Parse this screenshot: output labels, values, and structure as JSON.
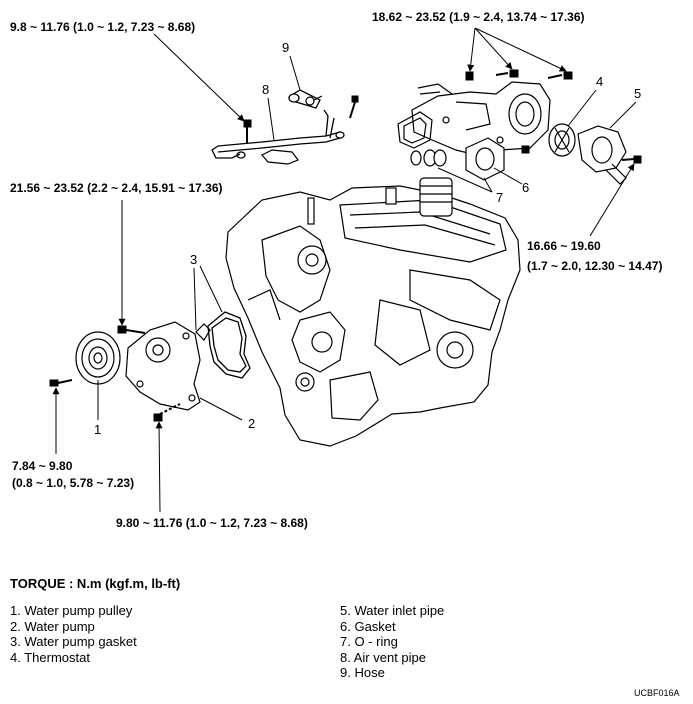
{
  "torque_specs": [
    "9.8 ~ 11.76 (1.0 ~ 1.2, 7.23 ~ 8.68)",
    "18.62 ~ 23.52 (1.9 ~ 2.4, 13.74 ~ 17.36)",
    "21.56 ~ 23.52 (2.2 ~ 2.4, 15.91 ~ 17.36)",
    "16.66 ~ 19.60",
    "(1.7 ~ 2.0, 12.30 ~ 14.47)",
    "7.84 ~ 9.80",
    "(0.8 ~ 1.0, 5.78 ~ 7.23)",
    "9.80 ~ 11.76 (1.0 ~ 1.2, 7.23 ~ 8.68)"
  ],
  "callouts": [
    "1",
    "2",
    "3",
    "4",
    "5",
    "6",
    "7",
    "8",
    "9"
  ],
  "legend": {
    "title": "TORQUE : N.m (kgf.m, lb-ft)",
    "left": [
      "1. Water pump pulley",
      "2. Water pump",
      "3. Water pump gasket",
      "4. Thermostat"
    ],
    "right": [
      "5. Water inlet pipe",
      "6. Gasket",
      "7. O - ring",
      "8. Air vent pipe",
      "9. Hose"
    ]
  },
  "figure_code": "UCBF016A"
}
